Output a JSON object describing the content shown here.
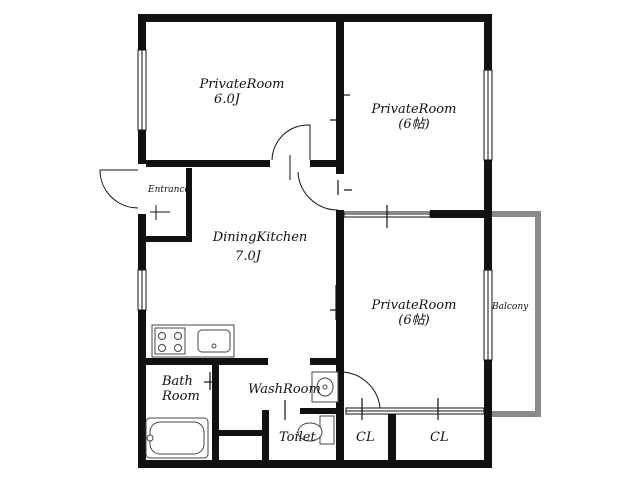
{
  "rooms": {
    "private_room_1": {
      "name": "PrivateRoom",
      "size": "6.0J"
    },
    "private_room_2": {
      "name": "PrivateRoom",
      "size": "(6帖)"
    },
    "private_room_3": {
      "name": "PrivateRoom",
      "size": "(6帖)"
    },
    "dining_kitchen": {
      "name": "DiningKitchen",
      "size": "7.0J"
    },
    "entrance": {
      "name": "Entrance"
    },
    "balcony": {
      "name": "Balcony"
    },
    "bath_room": {
      "line1": "Bath",
      "line2": "Room"
    },
    "wash_room": {
      "name": "WashRoom"
    },
    "toilet": {
      "name": "Toilet"
    },
    "closet_1": {
      "name": "CL"
    },
    "closet_2": {
      "name": "CL"
    }
  },
  "colors": {
    "wall": "#111111",
    "balcony_rail": "#8a8a8a",
    "fixture": "#444444",
    "background": "#ffffff"
  }
}
